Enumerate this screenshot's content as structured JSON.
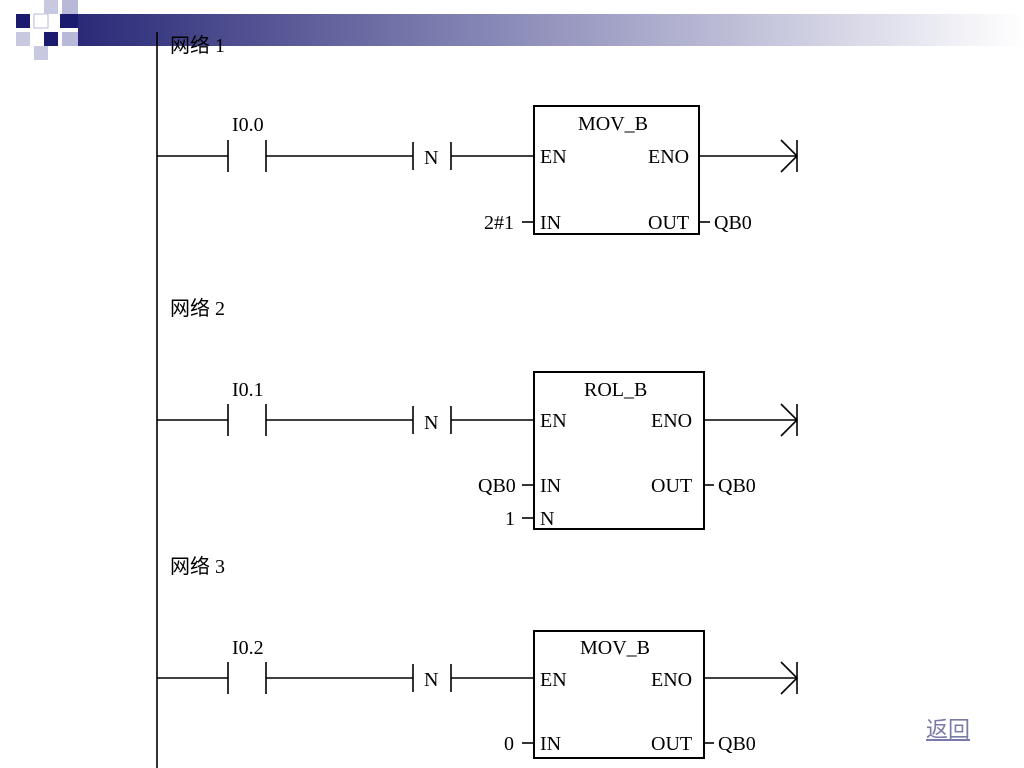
{
  "colors": {
    "header_dark": "#1a1a6e",
    "header_mid": "#5a5a9c",
    "header_light": "#b8b8d8",
    "return_link": "#7a7aa8"
  },
  "networks": [
    {
      "title": "网络 1",
      "contact": "I0.0",
      "edge": "N",
      "box": {
        "name": "MOV_B",
        "en": "EN",
        "eno": "ENO",
        "inputs": [
          {
            "pin": "IN",
            "value": "2#1"
          }
        ],
        "outputs": [
          {
            "pin": "OUT",
            "value": "QB0"
          }
        ]
      }
    },
    {
      "title": "网络 2",
      "contact": "I0.1",
      "edge": "N",
      "box": {
        "name": "ROL_B",
        "en": "EN",
        "eno": "ENO",
        "inputs": [
          {
            "pin": "IN",
            "value": "QB0"
          },
          {
            "pin": "N",
            "value": "1"
          }
        ],
        "outputs": [
          {
            "pin": "OUT",
            "value": "QB0"
          }
        ]
      }
    },
    {
      "title": "网络 3",
      "contact": "I0.2",
      "edge": "N",
      "box": {
        "name": "MOV_B",
        "en": "EN",
        "eno": "ENO",
        "inputs": [
          {
            "pin": "IN",
            "value": "0"
          }
        ],
        "outputs": [
          {
            "pin": "OUT",
            "value": "QB0"
          }
        ]
      }
    }
  ],
  "return_link": "返回"
}
